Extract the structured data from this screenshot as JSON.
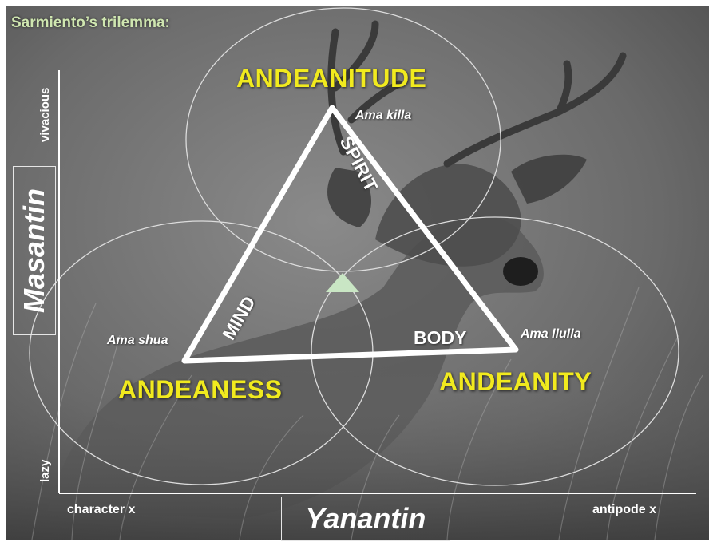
{
  "title": "Sarmiento’s trilemma:",
  "vertices": {
    "top": {
      "identity": "ANDEANITUDE",
      "quality": "SPIRIT",
      "ama": "Ama killa"
    },
    "left": {
      "identity": "ANDEANESS",
      "quality": "MIND",
      "ama": "Ama shua"
    },
    "right": {
      "identity": "ANDEANITY",
      "quality": "BODY",
      "ama": "Ama llulla"
    }
  },
  "axes": {
    "y_title": "Masantin",
    "y_top": "vivacious",
    "y_bottom": "lazy",
    "x_title": "Yanantin",
    "x_left": "character x",
    "x_right": "antipode x"
  },
  "colors": {
    "identity_text": "#f1ea1e",
    "title_text": "#cfe6b0",
    "center_marker": "#c9e6c4",
    "lines": "#ffffff"
  },
  "icons": {
    "center_marker": "triangle"
  }
}
